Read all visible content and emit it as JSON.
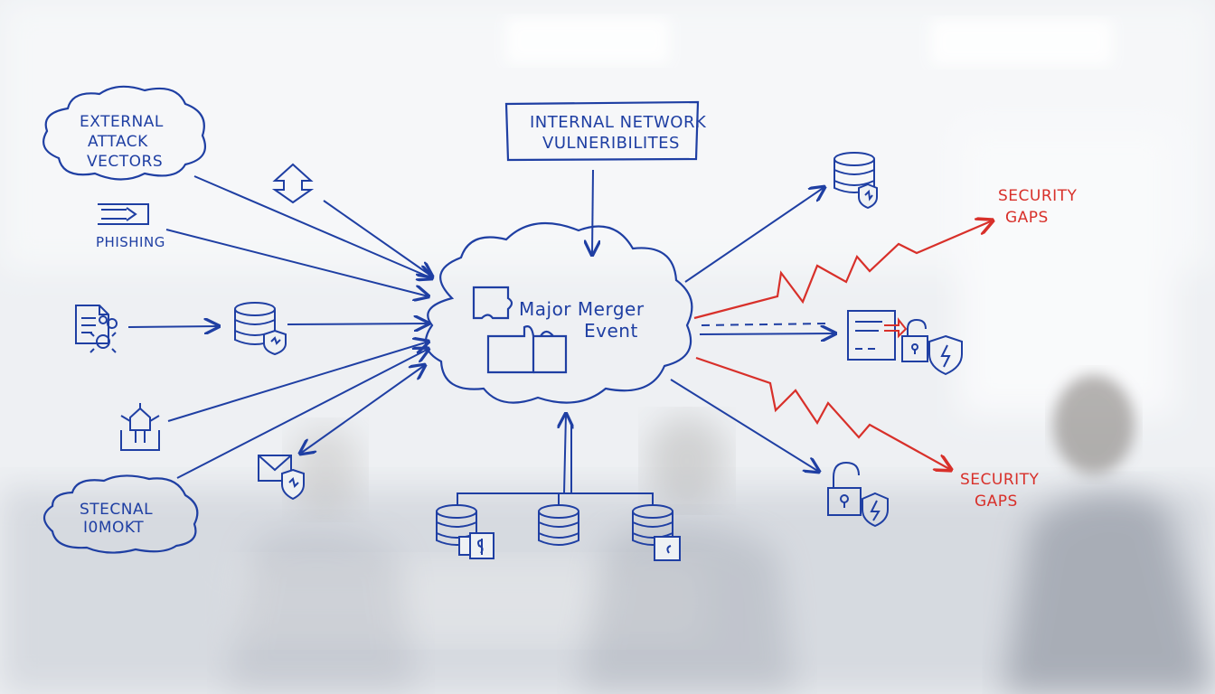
{
  "center": {
    "line1": "Major Merger",
    "line2": "Event"
  },
  "top_box": {
    "line1": "INTERNAL NETWORK",
    "line2": "VULNERIBILITES"
  },
  "external_cloud": {
    "line1": "EXTERNAL",
    "line2": "ATTACK",
    "line3": "VECTORS"
  },
  "phishing": {
    "label": "PHISHING"
  },
  "bottom_cloud": {
    "line1": "STECNAL",
    "line2": "I0MOKT"
  },
  "security_gaps_top": {
    "line1": "SECURITY",
    "line2": "GAPS"
  },
  "security_gaps_bottom": {
    "line1": "SECURITY",
    "line2": "GAPS"
  },
  "colors": {
    "ink": "#1f3fa3",
    "red": "#d8302a",
    "board": "#eef1f4"
  },
  "icons": [
    "upload-arrows-icon",
    "phishing-arrow-icon",
    "document-bug-icon",
    "database-shield-icon",
    "hub-tower-icon",
    "mail-shield-icon",
    "puzzle-icon",
    "database-icon",
    "server-card-icon",
    "unlock-shield-icon"
  ]
}
